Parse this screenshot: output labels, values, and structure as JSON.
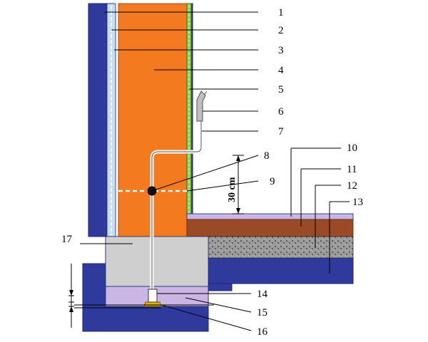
{
  "diagram": {
    "dimension_label": "30 cm",
    "callouts": [
      {
        "id": "1",
        "label": "1"
      },
      {
        "id": "2",
        "label": "2"
      },
      {
        "id": "3",
        "label": "3"
      },
      {
        "id": "4",
        "label": "4"
      },
      {
        "id": "5",
        "label": "5"
      },
      {
        "id": "6",
        "label": "6"
      },
      {
        "id": "7",
        "label": "7"
      },
      {
        "id": "8",
        "label": "8"
      },
      {
        "id": "9",
        "label": "9"
      },
      {
        "id": "10",
        "label": "10"
      },
      {
        "id": "11",
        "label": "11"
      },
      {
        "id": "12",
        "label": "12"
      },
      {
        "id": "13",
        "label": "13"
      },
      {
        "id": "14",
        "label": "14"
      },
      {
        "id": "15",
        "label": "15"
      },
      {
        "id": "16",
        "label": "16"
      },
      {
        "id": "17",
        "label": "17"
      }
    ],
    "colors": {
      "masonry": "#2e3b9c",
      "insulation": "#f47a1f",
      "interior_plaster": "#c6dff0",
      "vapor_barrier": "#4b8fcf",
      "exterior_render": "#8fd24a",
      "foundation_concrete": "#cfcfcf",
      "lean_concrete": "#c9b6e4",
      "floor_finish": "#8a4a2c",
      "screed": "#a0522d",
      "gravel": "#9a9a9a",
      "anchor_plate": "#e8b400",
      "steel_rod": "#a8a8a8"
    }
  }
}
